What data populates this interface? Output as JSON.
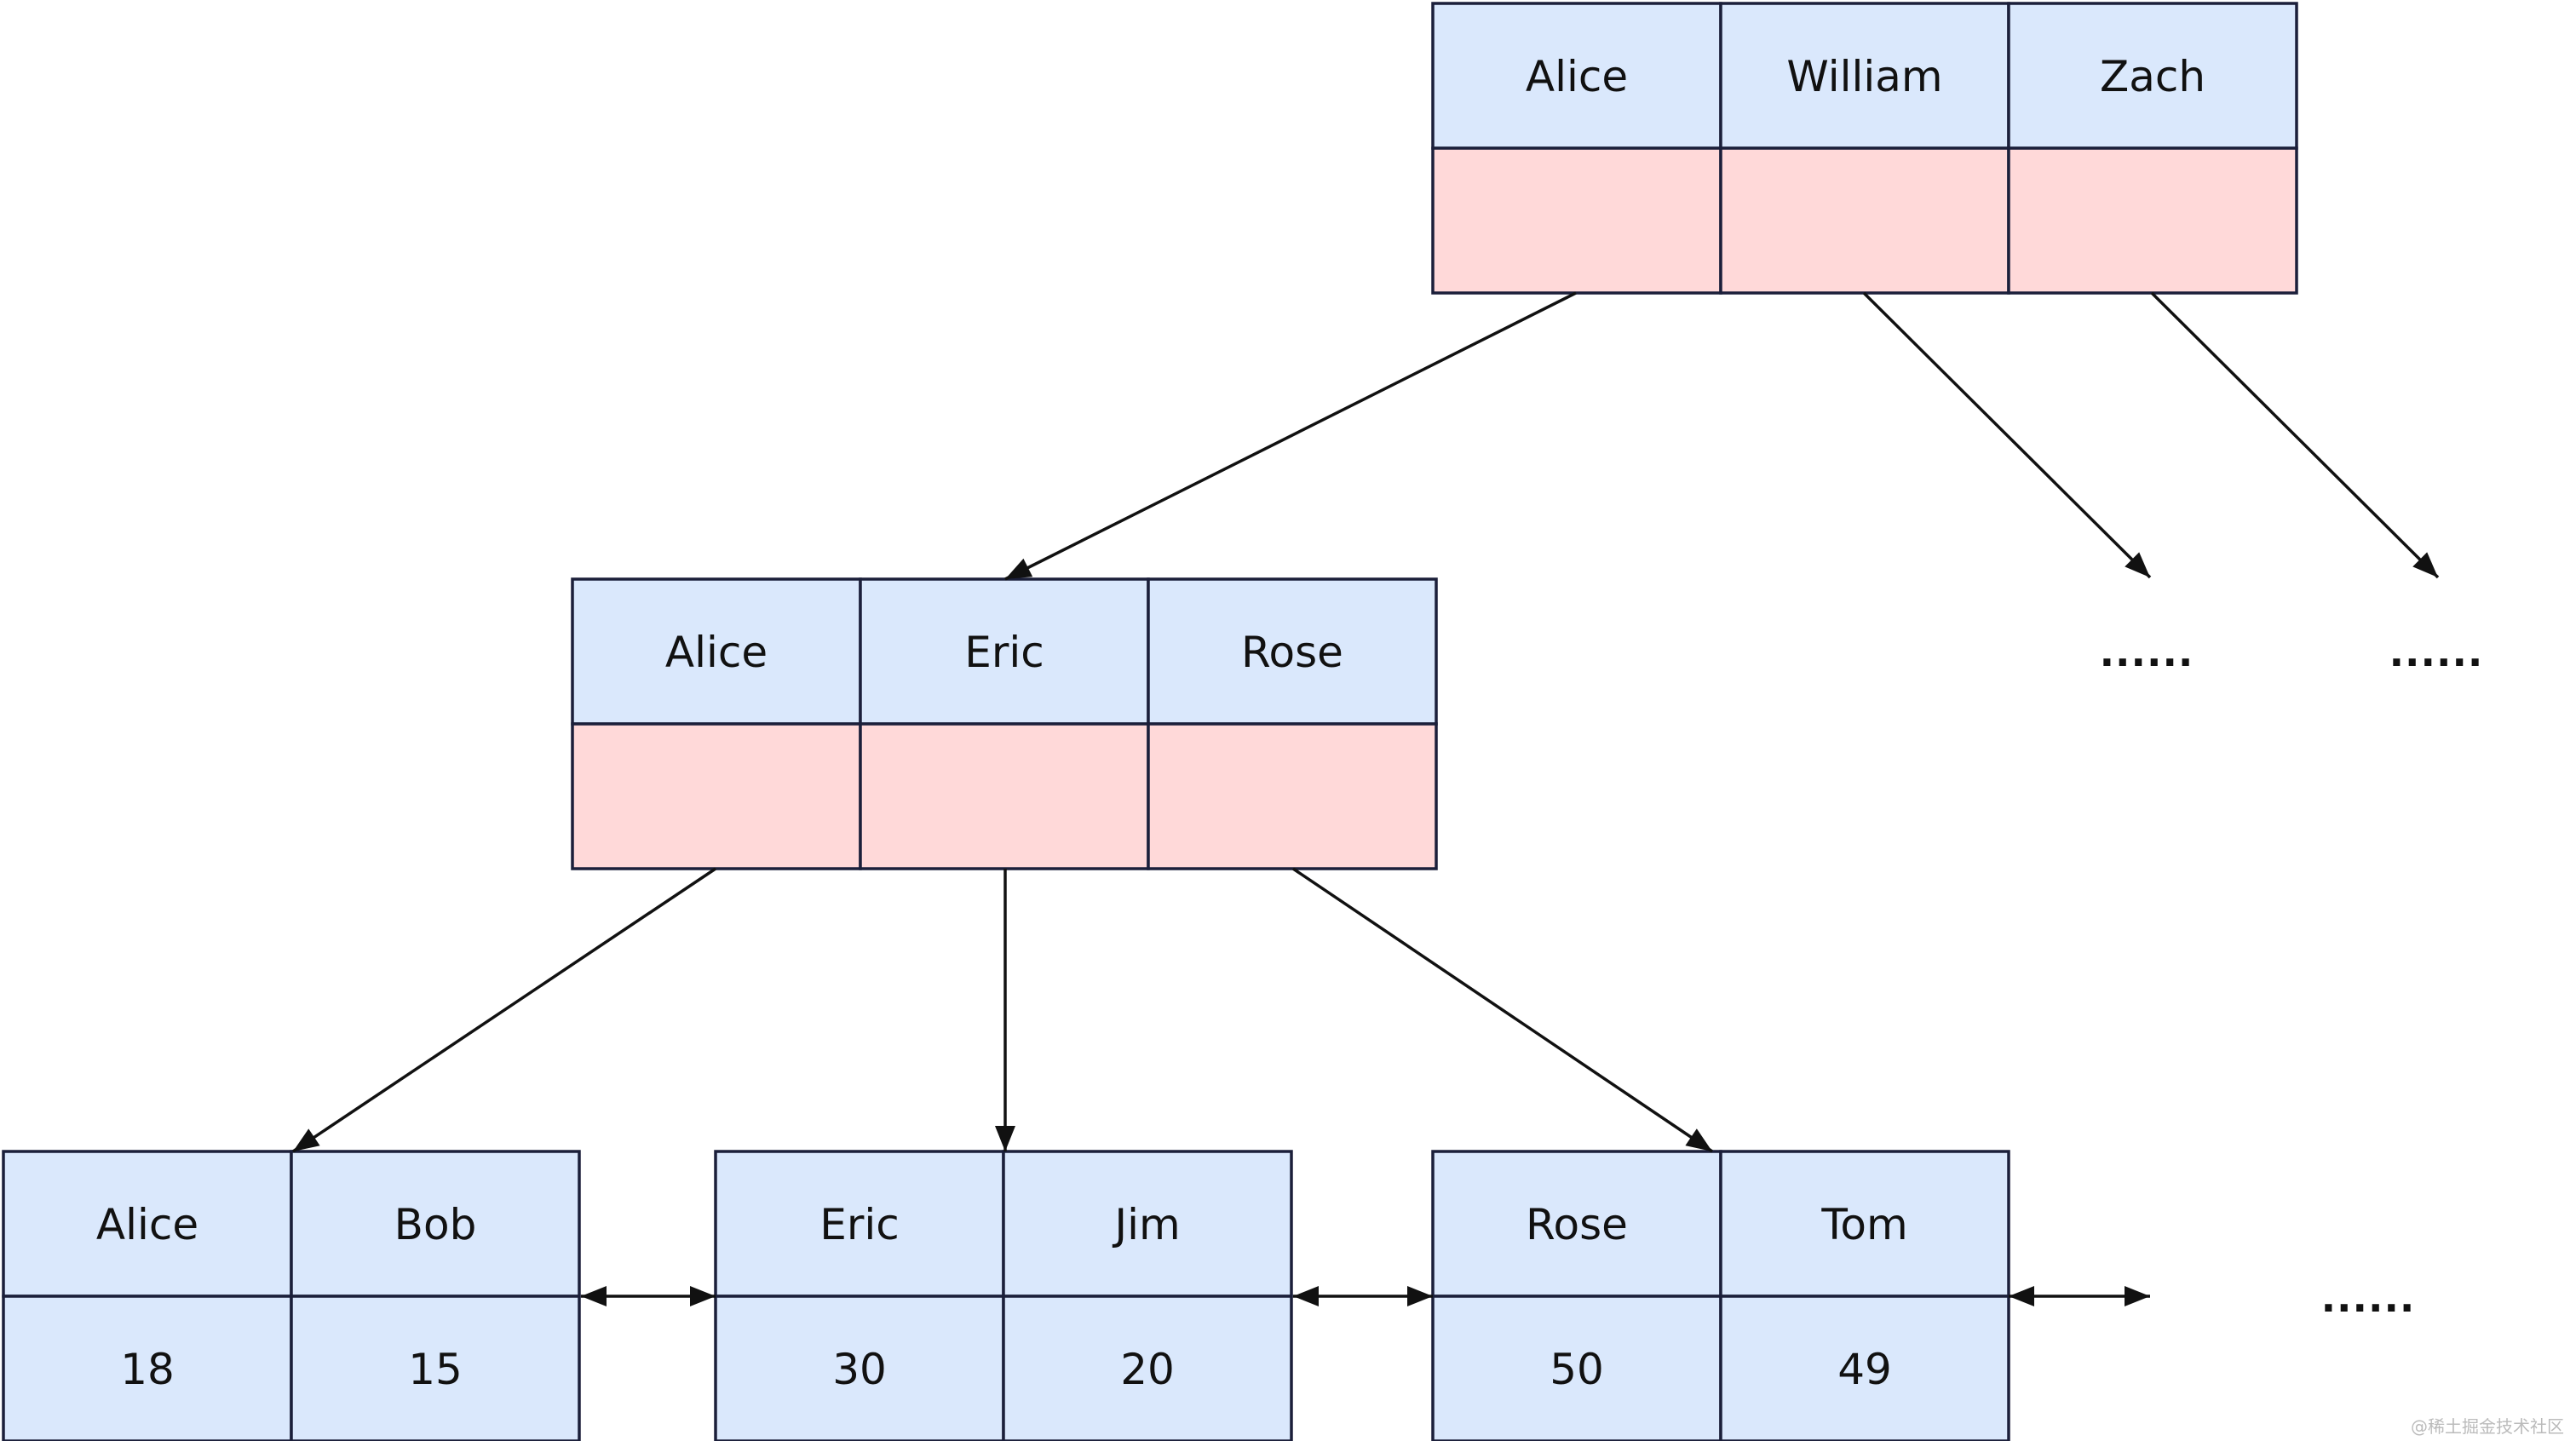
{
  "colors": {
    "key_fill": "#dae8fc",
    "pointer_fill": "#ffd9d9",
    "value_fill": "#dae8fc",
    "border": "#1b1f3a",
    "arrow": "#111111"
  },
  "root_node": {
    "keys": [
      "Alice",
      "William",
      "Zach"
    ]
  },
  "internal_node": {
    "keys": [
      "Alice",
      "Eric",
      "Rose"
    ]
  },
  "leaf_nodes": [
    {
      "keys": [
        "Alice",
        "Bob"
      ],
      "values": [
        "18",
        "15"
      ]
    },
    {
      "keys": [
        "Eric",
        "Jim"
      ],
      "values": [
        "30",
        "20"
      ]
    },
    {
      "keys": [
        "Rose",
        "Tom"
      ],
      "values": [
        "50",
        "49"
      ]
    }
  ],
  "ellipses": {
    "root_child_2": "......",
    "root_child_3": "......",
    "leaf_more": "......"
  },
  "watermark": "@稀土掘金技术社区"
}
